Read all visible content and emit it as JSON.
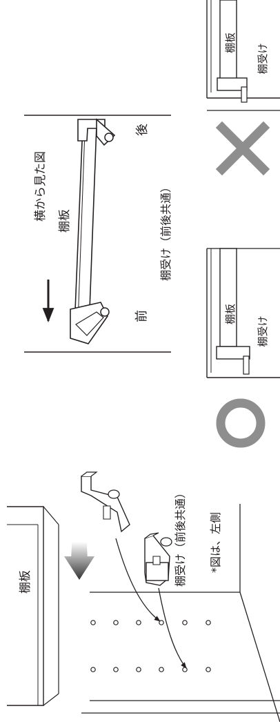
{
  "labels": {
    "shelf_board": "棚板",
    "shelf_bracket": "棚受け",
    "bracket_front_back_common": "棚受け（前後共通）",
    "side_view": "横から見た図",
    "front": "前",
    "back": "後",
    "figure_note": "*図は、左側"
  },
  "marks": {
    "correct": "correct-circle",
    "incorrect": "incorrect-cross"
  },
  "colors": {
    "line": "#231f20",
    "mark_gray": "#8e8e8e",
    "arrow_dark": "#333333"
  }
}
